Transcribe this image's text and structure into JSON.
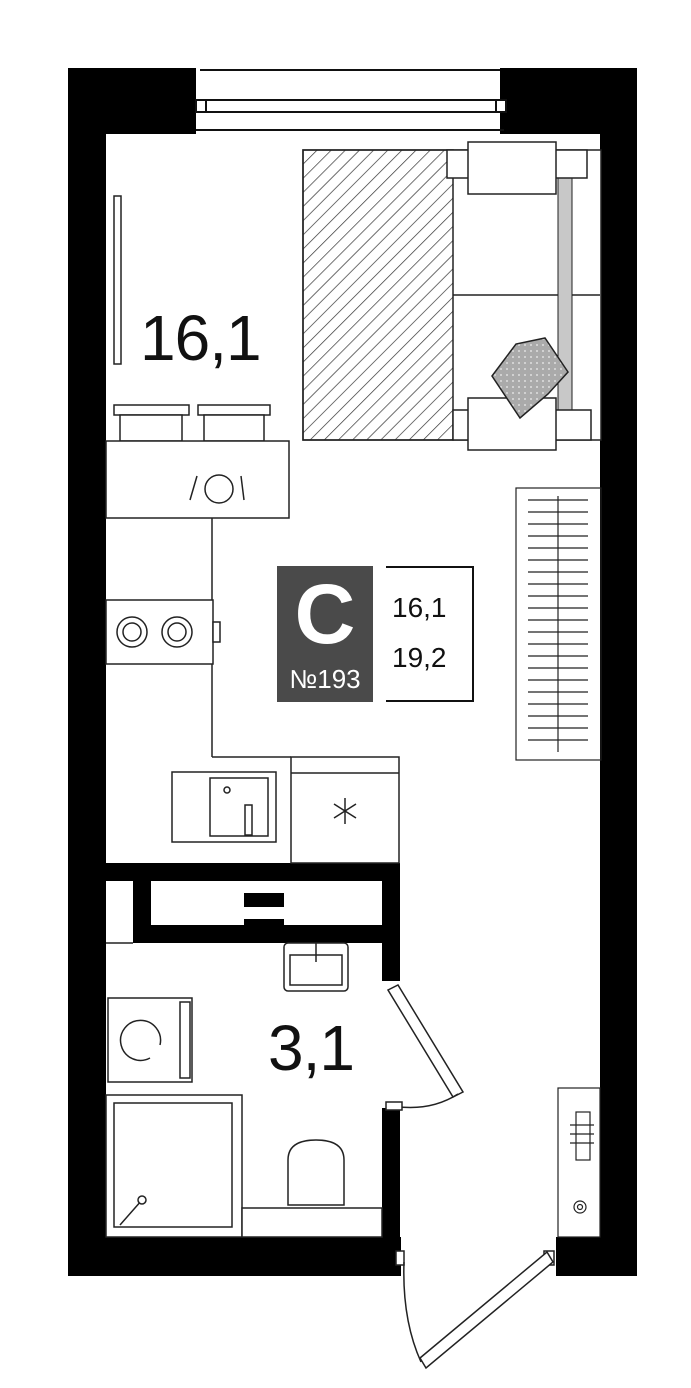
{
  "rooms": {
    "living_area_label": "16,1",
    "bathroom_area_label": "3,1"
  },
  "badge": {
    "type_letter": "С",
    "apartment_number": "№193"
  },
  "areas": {
    "living": "16,1",
    "total": "19,2"
  },
  "colors": {
    "wall": "#000000",
    "line": "#222222",
    "badge_bg": "#4a4a4a",
    "fill_gray": "#c8c8c8"
  }
}
